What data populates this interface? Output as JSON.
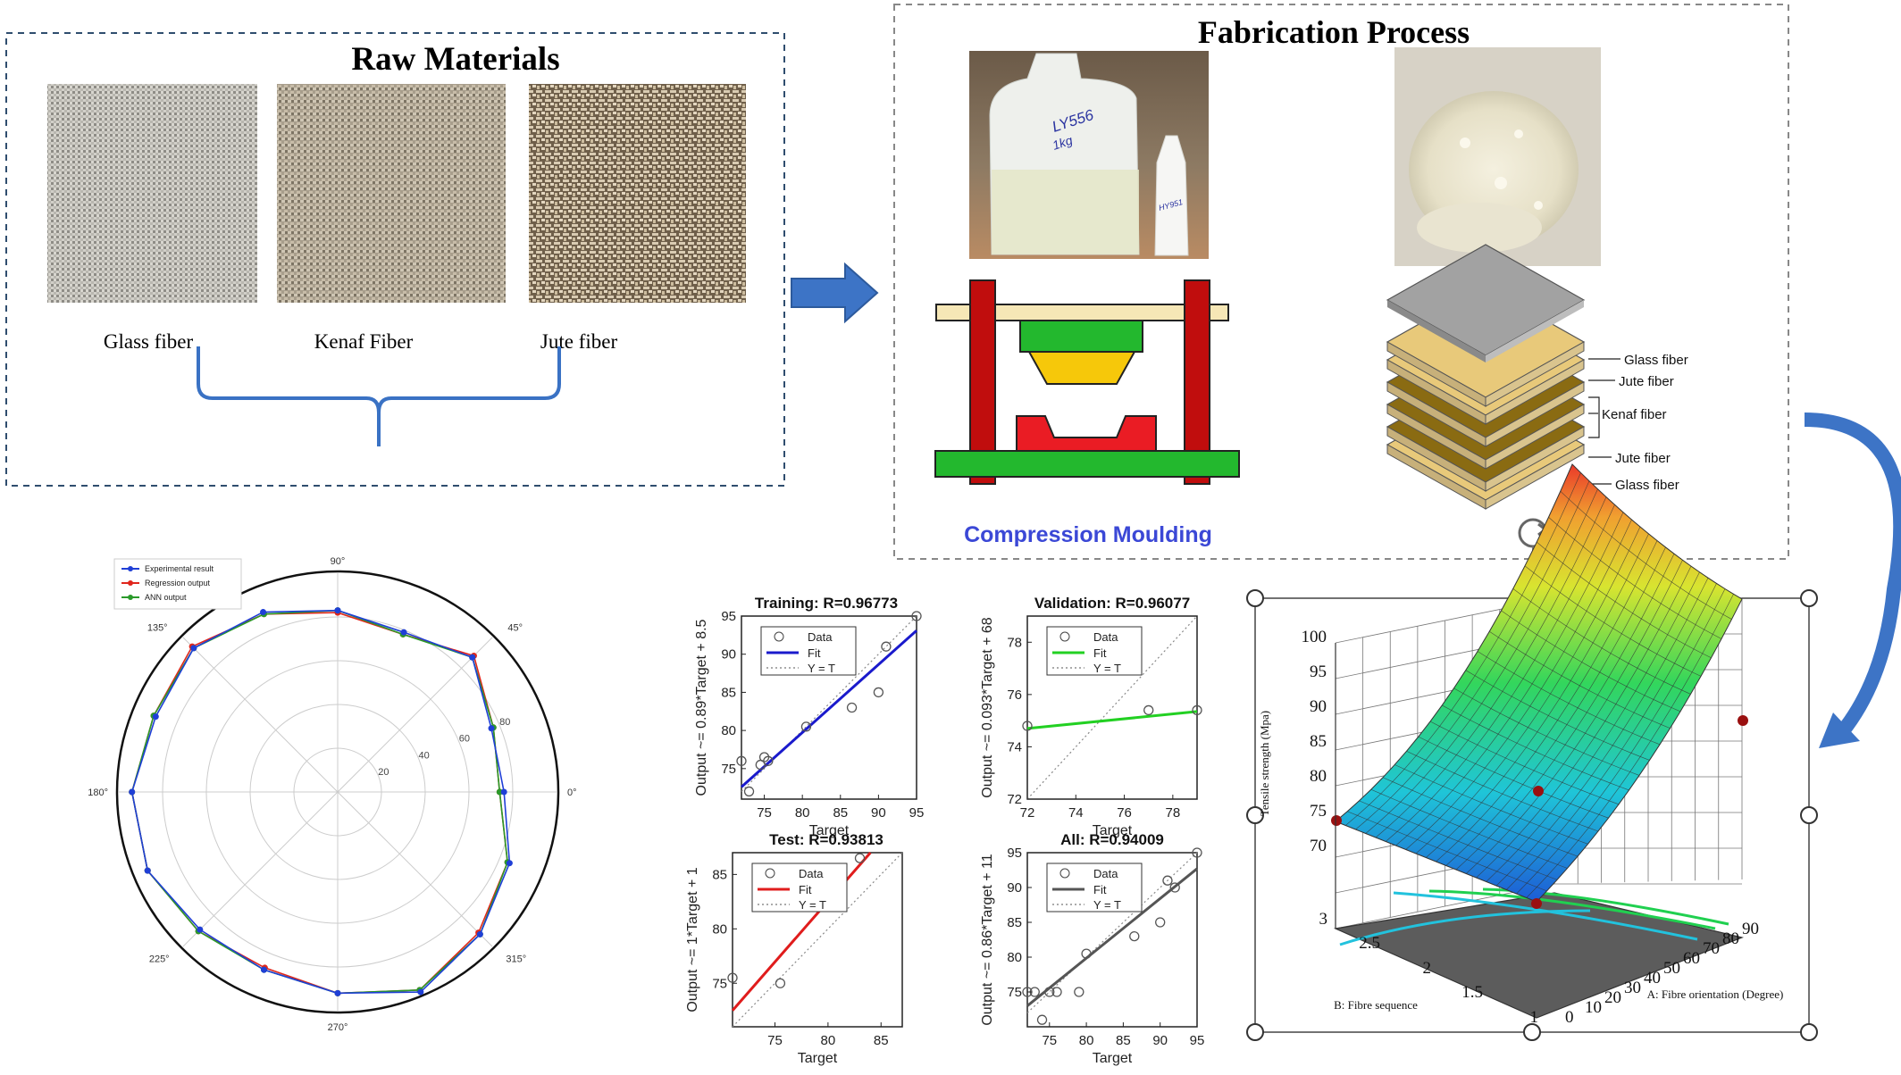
{
  "raw_materials": {
    "title": "Raw Materials",
    "fibers": [
      "Glass fiber",
      "Kenaf Fiber",
      "Jute fiber"
    ]
  },
  "fabrication": {
    "title": "Fabrication Process",
    "bottle_label_big": "LY556",
    "bottle_label_big_sub": "1kg",
    "bottle_label_small": "HY951",
    "compression_label": "Compression Moulding",
    "layers": [
      "Glass fiber",
      "Jute fiber",
      "Kenaf fiber",
      "Jute fiber",
      "Glass fiber"
    ]
  },
  "polar": {
    "legend": [
      "Experimental result",
      "Regression output",
      "ANN output"
    ],
    "angle_labels": [
      "0°",
      "45°",
      "90°",
      "135°",
      "180°",
      "225°",
      "270°",
      "315°"
    ],
    "radial_labels": [
      "20",
      "40",
      "60",
      "80"
    ],
    "colors": {
      "experimental": "#1f3fd6",
      "regression": "#e0261c",
      "ann": "#2a9a2a"
    }
  },
  "regression": {
    "colors": {
      "training": "#1a1acc",
      "validation": "#22d022",
      "test": "#e01c1c",
      "all": "#555555"
    },
    "legend": [
      "Data",
      "Fit",
      "Y = T"
    ],
    "panels": [
      {
        "title": "Training: R=0.96773",
        "ylabel": "Output ~= 0.89*Target + 8.5",
        "xlabel": "Target",
        "xticks": [
          "75",
          "80",
          "85",
          "90",
          "95"
        ],
        "yticks": [
          "75",
          "80",
          "85",
          "90",
          "95"
        ],
        "xlim": [
          72,
          95
        ],
        "ylim": [
          71,
          95
        ],
        "points": [
          [
            72,
            76
          ],
          [
            73,
            72
          ],
          [
            74.5,
            75.5
          ],
          [
            75,
            76.5
          ],
          [
            75.5,
            76
          ],
          [
            80.5,
            80.5
          ],
          [
            86.5,
            83
          ],
          [
            90,
            85
          ],
          [
            91,
            91
          ],
          [
            95,
            95
          ]
        ],
        "fit": [
          [
            72,
            72.6
          ],
          [
            95,
            93.1
          ]
        ]
      },
      {
        "title": "Validation: R=0.96077",
        "ylabel": "Output ~= 0.093*Target + 68",
        "xlabel": "Target",
        "xticks": [
          "72",
          "74",
          "76",
          "78"
        ],
        "yticks": [
          "72",
          "74",
          "76",
          "78"
        ],
        "xlim": [
          72,
          79
        ],
        "ylim": [
          72,
          79
        ],
        "points": [
          [
            72,
            74.8
          ],
          [
            77,
            75.4
          ],
          [
            79,
            75.4
          ]
        ],
        "fit": [
          [
            72,
            74.7
          ],
          [
            79,
            75.35
          ]
        ]
      },
      {
        "title": "Test: R=0.93813",
        "ylabel": "Output ~= 1*Target + 1",
        "xlabel": "Target",
        "xticks": [
          "75",
          "80",
          "85"
        ],
        "yticks": [
          "75",
          "80",
          "85"
        ],
        "xlim": [
          71,
          87
        ],
        "ylim": [
          71,
          87
        ],
        "points": [
          [
            71,
            75.5
          ],
          [
            75.5,
            75
          ],
          [
            83,
            86.5
          ]
        ],
        "fit": [
          [
            71,
            72.5
          ],
          [
            84,
            87
          ]
        ]
      },
      {
        "title": "All: R=0.94009",
        "ylabel": "Output ~= 0.86*Target + 11",
        "xlabel": "Target",
        "xticks": [
          "75",
          "80",
          "85",
          "90",
          "95"
        ],
        "yticks": [
          "75",
          "80",
          "85",
          "90",
          "95"
        ],
        "xlim": [
          72,
          95
        ],
        "ylim": [
          70,
          95
        ],
        "points": [
          [
            72,
            75
          ],
          [
            73,
            75
          ],
          [
            74,
            71
          ],
          [
            75,
            75
          ],
          [
            76,
            75
          ],
          [
            79,
            75
          ],
          [
            80,
            80.5
          ],
          [
            86.5,
            83
          ],
          [
            90,
            85
          ],
          [
            91,
            91
          ],
          [
            92,
            90
          ],
          [
            95,
            95
          ]
        ],
        "fit": [
          [
            72,
            73
          ],
          [
            95,
            92.7
          ]
        ]
      }
    ]
  },
  "surface": {
    "zlabel": "Tensile strength (Mpa)",
    "zticks": [
      "70",
      "75",
      "80",
      "85",
      "90",
      "95",
      "100"
    ],
    "xlabel": "A: Fibre orientation (Degree)",
    "xticks": [
      "0",
      "10",
      "20",
      "30",
      "40",
      "50",
      "60",
      "70",
      "80",
      "90"
    ],
    "ylabel": "B: Fibre sequence",
    "yticks": [
      "1",
      "1.5",
      "2",
      "2.5",
      "3"
    ]
  },
  "arrow_colors": {
    "main": "#3a72c4"
  }
}
